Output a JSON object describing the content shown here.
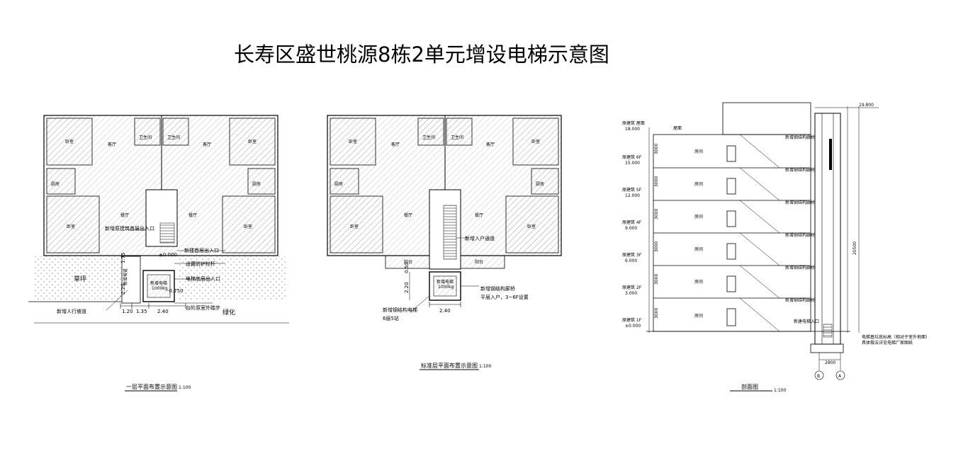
{
  "title": "长寿区盛世桃源8栋2单元增设电梯示意图",
  "plan1": {
    "caption": "一层平面布置示意图",
    "scale": "1:100",
    "rooms": {
      "room_a": "卧室",
      "room_b": "客厅",
      "room_c": "卫生间",
      "room_d": "厨房",
      "room_e": "餐厅"
    },
    "notes": [
      "新增原建筑首层出入口",
      "新建首层出入口",
      "±0.000",
      "设置防护栏杆",
      "电梯底层出入口",
      "-0.750",
      "台阶原室外踏步"
    ],
    "road_note": "新增人行坡道",
    "garden": "绿化",
    "lawn": "草坪",
    "shaft_label": "新增电梯",
    "shaft_cap": "1000kg",
    "ramp_label": "新增坡道",
    "dims": [
      "1.20",
      "1.35",
      "2.40"
    ],
    "vdims": [
      "2.20",
      "1.75"
    ]
  },
  "plan2": {
    "caption": "标准层平面布置示意图",
    "scale": "1:100",
    "notes_right": [
      "新增入户通道",
      "新增钢结构廊桥",
      "平层入户，3~6F设置"
    ],
    "notes_left": [
      "新增钢结构电梯",
      "6层5站"
    ],
    "shaft_label": "新增电梯",
    "shaft_cap": "1000kg",
    "balcony": "阳台",
    "dims": [
      "2.40"
    ],
    "vdims": [
      "2.20",
      "0.50"
    ]
  },
  "section": {
    "caption": "剖面图",
    "scale": "1:100",
    "roof_label": "屋面",
    "roof_tag": "原建筑 屋面",
    "roof_elev": "18.000",
    "room_label": "房间",
    "floors": [
      {
        "tag": "原建筑 6F",
        "elev": "15.000"
      },
      {
        "tag": "原建筑 5F",
        "elev": "12.000"
      },
      {
        "tag": "原建筑 4F",
        "elev": "9.000"
      },
      {
        "tag": "原建筑 3F",
        "elev": "6.000"
      },
      {
        "tag": "原建筑 2F",
        "elev": "3.000"
      },
      {
        "tag": "原建筑 1F",
        "elev": "±0.000"
      }
    ],
    "floor_height": "3000",
    "axis_b": "B",
    "axis_a": "A",
    "top_elev": "19.800",
    "total_height": "20500",
    "pit_dim": "2800",
    "landing": "新增钢结构廊桥",
    "right_notes": [
      "电梯基坑底标高（相对于室外地面）",
      "具体做法详见电梯厂家图纸"
    ],
    "bottom_note": "新建电梯入口"
  }
}
